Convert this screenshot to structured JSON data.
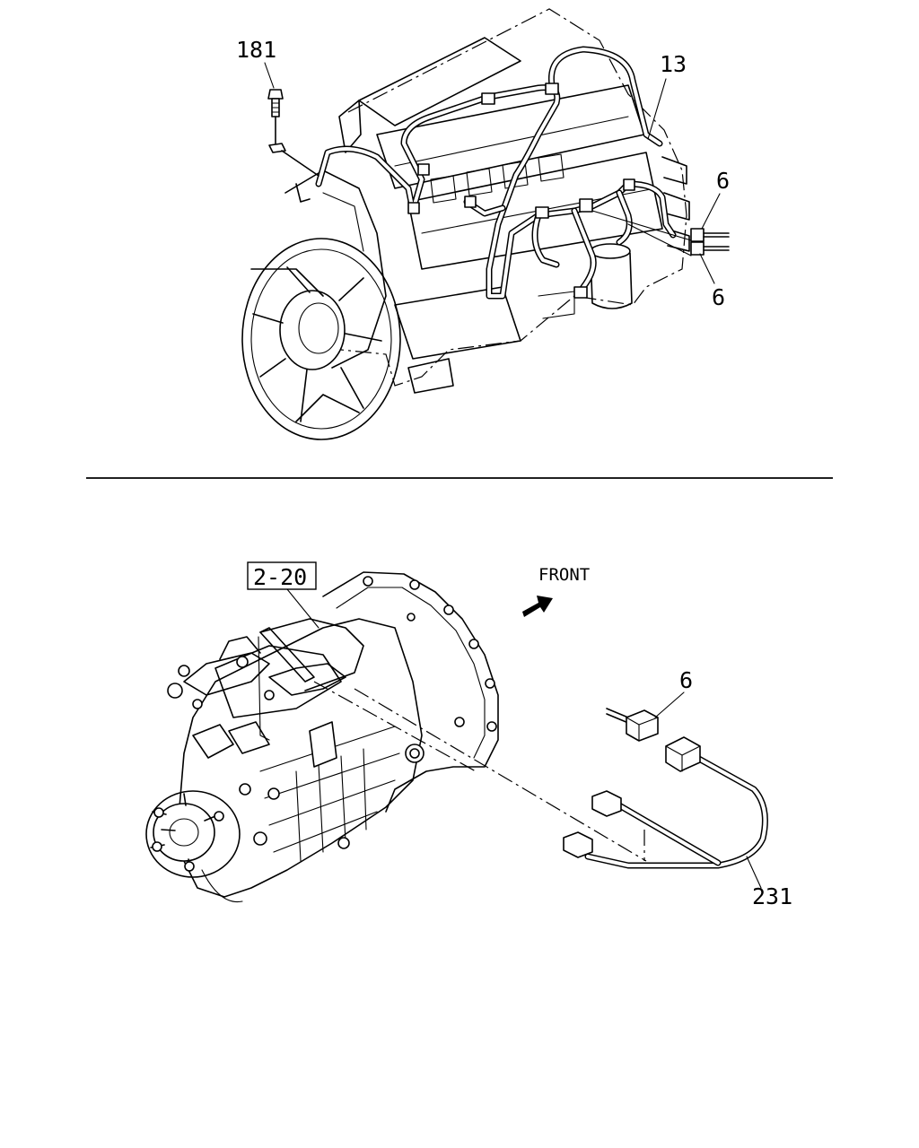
{
  "callouts": {
    "bolt": "181",
    "engine_harness": "13",
    "connector_upper_a": "6",
    "connector_upper_b": "6",
    "connector_lower": "6",
    "transmission_harness": "231",
    "reference": "2-20",
    "direction": "FRONT"
  }
}
